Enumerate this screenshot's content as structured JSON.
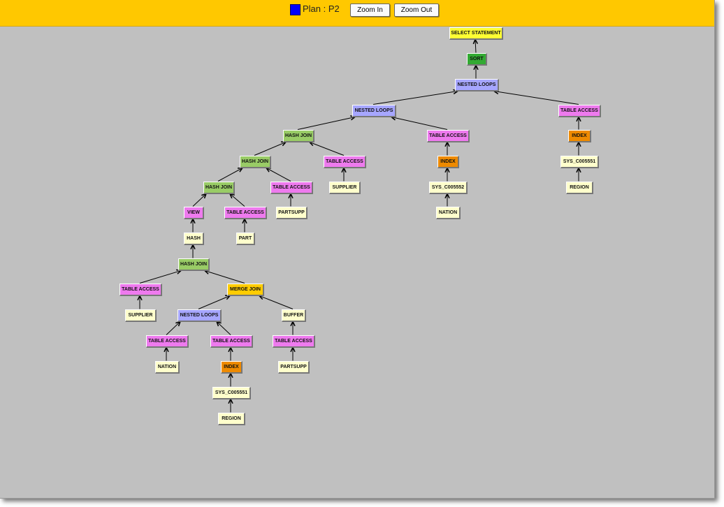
{
  "toolbar": {
    "plan_label": "Plan : P2",
    "zoom_in": "Zoom In",
    "zoom_out": "Zoom Out",
    "plan_color": "#0000ff"
  },
  "colors": {
    "select": "#ffff33",
    "sort": "#33aa33",
    "nested": "#a6a6ff",
    "table": "#ee7aee",
    "hash": "#99cc66",
    "index": "#ee8a00",
    "object": "#ffffcc",
    "merge": "#ffcc00",
    "view": "#ee7aee"
  },
  "nodes": [
    {
      "label": "SELECT STATEMENT",
      "kind": "select",
      "parent": null
    },
    {
      "label": "SORT",
      "kind": "sort",
      "parent": 0
    },
    {
      "label": "NESTED LOOPS",
      "kind": "nested",
      "parent": 1
    },
    {
      "label": "NESTED LOOPS",
      "kind": "nested",
      "parent": 2
    },
    {
      "label": "TABLE ACCESS",
      "kind": "table",
      "parent": 2
    },
    {
      "label": "HASH JOIN",
      "kind": "hash",
      "parent": 3
    },
    {
      "label": "TABLE ACCESS",
      "kind": "table",
      "parent": 3
    },
    {
      "label": "INDEX",
      "kind": "index",
      "parent": 4
    },
    {
      "label": "HASH JOIN",
      "kind": "hash",
      "parent": 5
    },
    {
      "label": "TABLE ACCESS",
      "kind": "table",
      "parent": 5
    },
    {
      "label": "INDEX",
      "kind": "index",
      "parent": 6
    },
    {
      "label": "SYS_C005551",
      "kind": "object",
      "parent": 7
    },
    {
      "label": "HASH JOIN",
      "kind": "hash",
      "parent": 8
    },
    {
      "label": "TABLE ACCESS",
      "kind": "table",
      "parent": 8
    },
    {
      "label": "SUPPLIER",
      "kind": "object",
      "parent": 9
    },
    {
      "label": "SYS_C005552",
      "kind": "object",
      "parent": 10
    },
    {
      "label": "REGION",
      "kind": "object",
      "parent": 11
    },
    {
      "label": "VIEW",
      "kind": "view",
      "parent": 12
    },
    {
      "label": "TABLE ACCESS",
      "kind": "table",
      "parent": 12
    },
    {
      "label": "PARTSUPP",
      "kind": "object",
      "parent": 13
    },
    {
      "label": "NATION",
      "kind": "object",
      "parent": 15
    },
    {
      "label": "HASH",
      "kind": "object",
      "parent": 17
    },
    {
      "label": "PART",
      "kind": "object",
      "parent": 18
    },
    {
      "label": "HASH JOIN",
      "kind": "hash",
      "parent": 21
    },
    {
      "label": "TABLE ACCESS",
      "kind": "table",
      "parent": 23
    },
    {
      "label": "MERGE JOIN",
      "kind": "merge",
      "parent": 23
    },
    {
      "label": "SUPPLIER",
      "kind": "object",
      "parent": 24
    },
    {
      "label": "NESTED LOOPS",
      "kind": "nested",
      "parent": 25
    },
    {
      "label": "BUFFER",
      "kind": "object",
      "parent": 25
    },
    {
      "label": "TABLE ACCESS",
      "kind": "table",
      "parent": 27
    },
    {
      "label": "TABLE ACCESS",
      "kind": "table",
      "parent": 27
    },
    {
      "label": "TABLE ACCESS",
      "kind": "table",
      "parent": 28
    },
    {
      "label": "NATION",
      "kind": "object",
      "parent": 29
    },
    {
      "label": "INDEX",
      "kind": "index",
      "parent": 30
    },
    {
      "label": "PARTSUPP",
      "kind": "object",
      "parent": 31
    },
    {
      "label": "SYS_C005551",
      "kind": "object",
      "parent": 33
    },
    {
      "label": "REGION",
      "kind": "object",
      "parent": 35
    }
  ]
}
